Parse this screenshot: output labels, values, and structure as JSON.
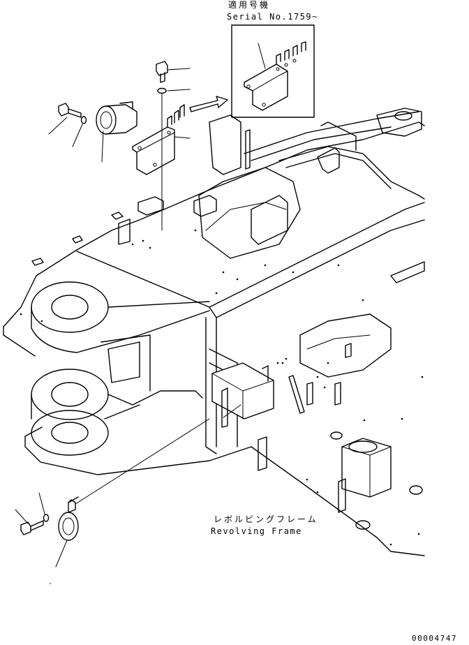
{
  "inset": {
    "applicable_label_jp": "適用号機",
    "serial_label": "Serial No.1759~"
  },
  "frame": {
    "label_jp": "レボルビングフレーム",
    "label_en": "Revolving Frame"
  },
  "drawing_number": "00004747"
}
